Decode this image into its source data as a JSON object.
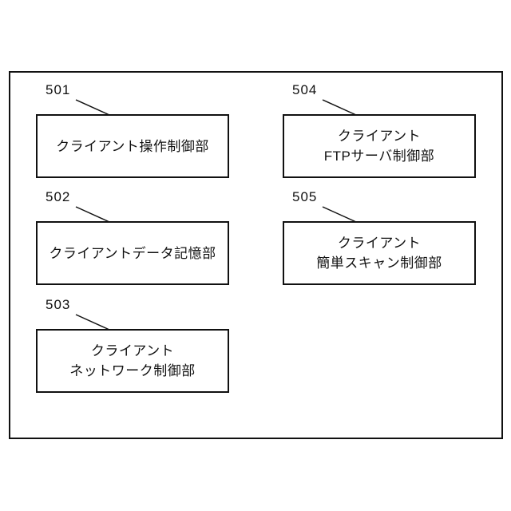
{
  "figure": {
    "background_color": "#ffffff",
    "line_color": "#111111",
    "boxes": [
      {
        "ref": "501",
        "lines": [
          "クライアント操作制御部"
        ]
      },
      {
        "ref": "502",
        "lines": [
          "クライアントデータ記憶部"
        ]
      },
      {
        "ref": "503",
        "lines": [
          "クライアント",
          "ネットワーク制御部"
        ]
      },
      {
        "ref": "504",
        "lines": [
          "クライアント",
          "FTPサーバ制御部"
        ]
      },
      {
        "ref": "505",
        "lines": [
          "クライアント",
          "簡単スキャン制御部"
        ]
      }
    ]
  }
}
